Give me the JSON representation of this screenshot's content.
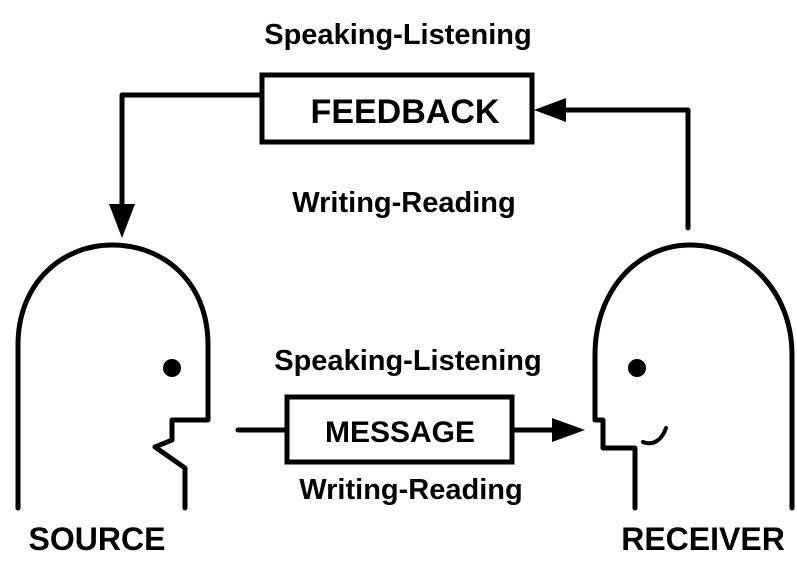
{
  "feedback": {
    "top_label": "Speaking-Listening",
    "box_label": "FEEDBACK",
    "bottom_label": "Writing-Reading"
  },
  "message": {
    "top_label": "Speaking-Listening",
    "box_label": "MESSAGE",
    "bottom_label": "Writing-Reading"
  },
  "source": {
    "label": "SOURCE"
  },
  "receiver": {
    "label": "RECEIVER"
  }
}
